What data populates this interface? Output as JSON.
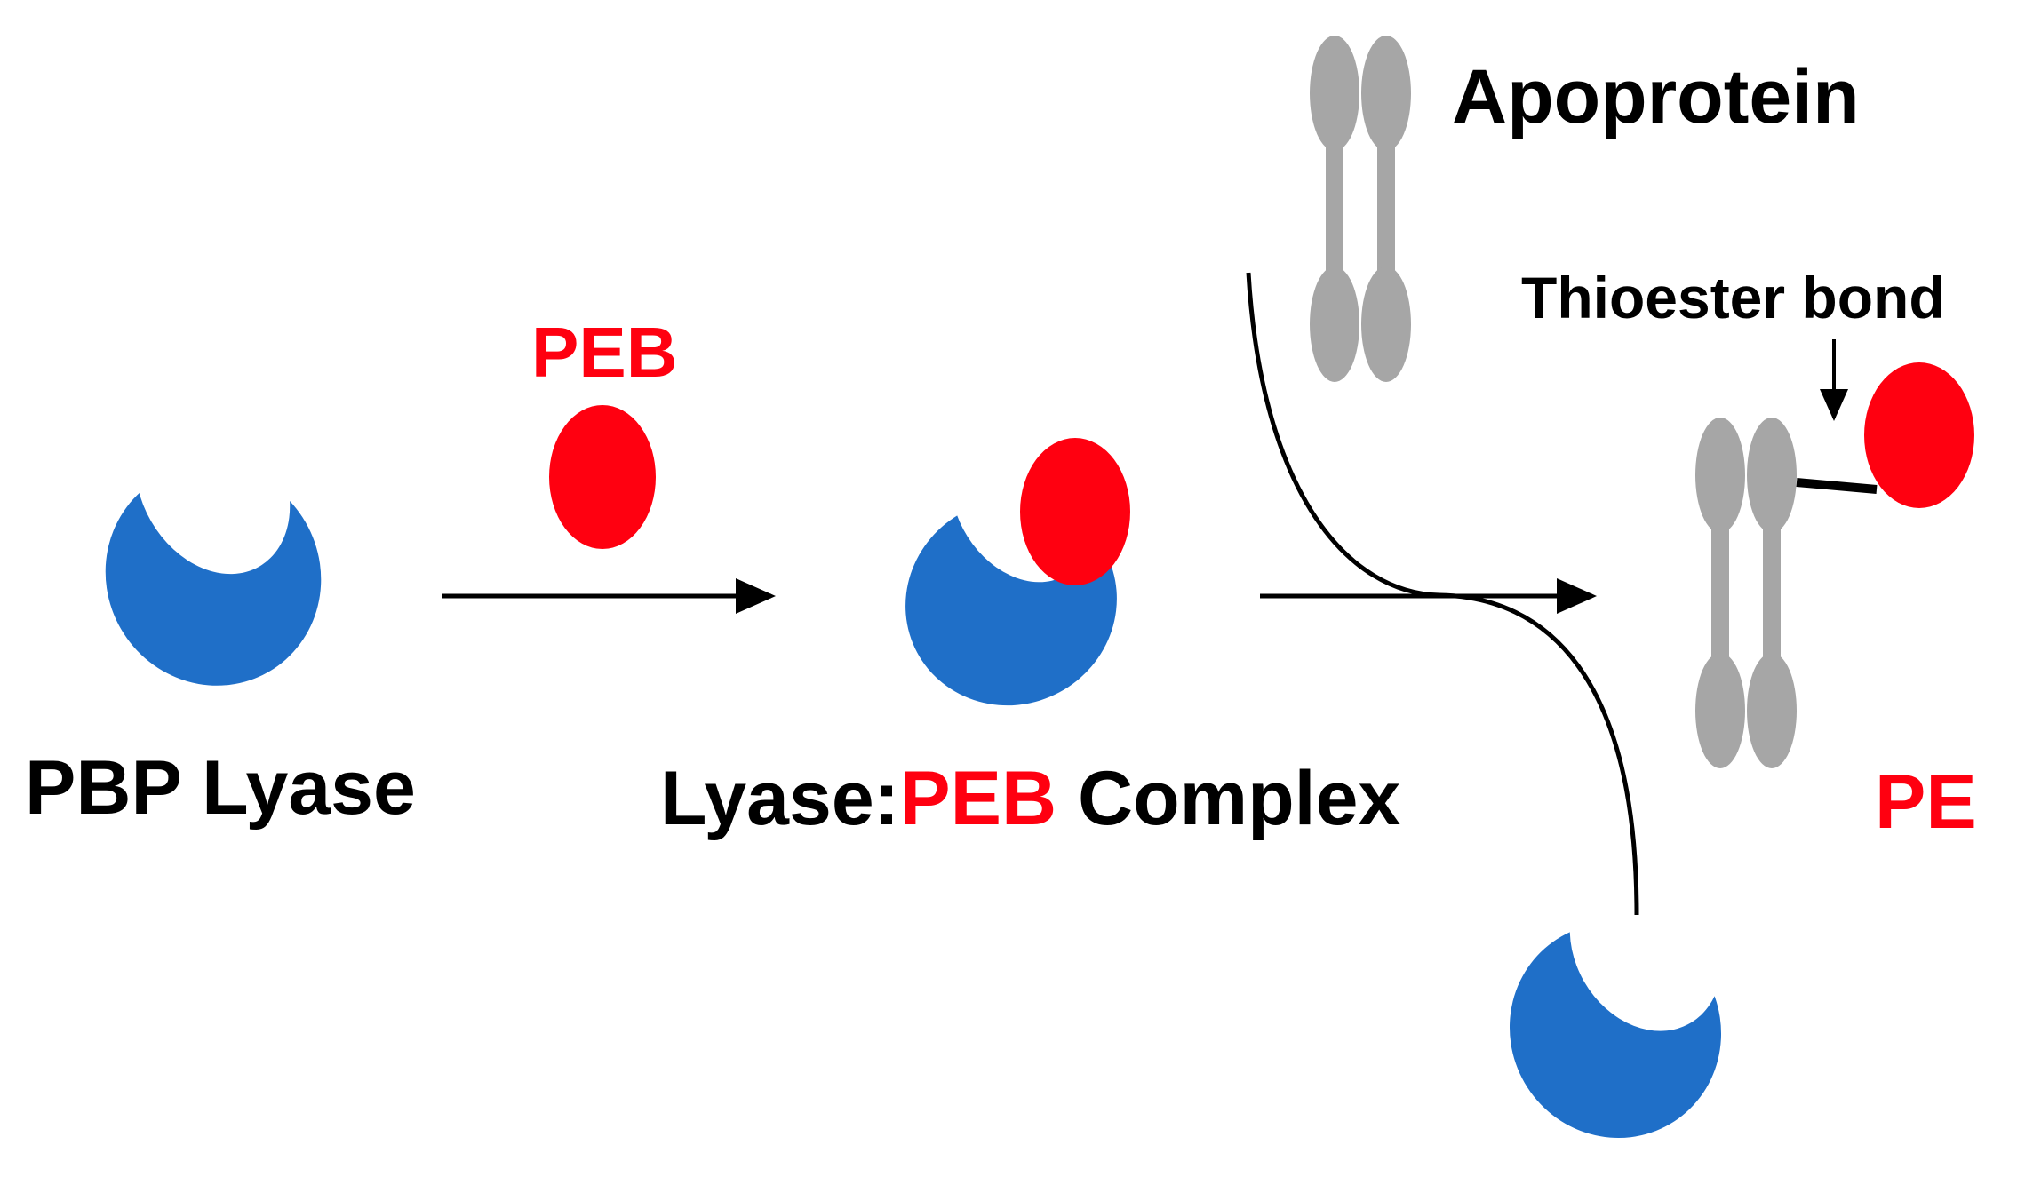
{
  "labels": {
    "pbp_lyase": "PBP Lyase",
    "peb_top": "PEB",
    "complex_prefix": "Lyase:",
    "complex_peb": "PEB",
    "complex_suffix": " Complex",
    "apoprotein": "Apoprotein",
    "thioester_bond": "Thioester bond",
    "pe": "PE"
  },
  "colors": {
    "lyase_blue": "#1f6fc8",
    "peb_red": "#ff0010",
    "protein_gray": "#a6a6a6",
    "text_black": "#000000",
    "text_red": "#ff0010"
  }
}
